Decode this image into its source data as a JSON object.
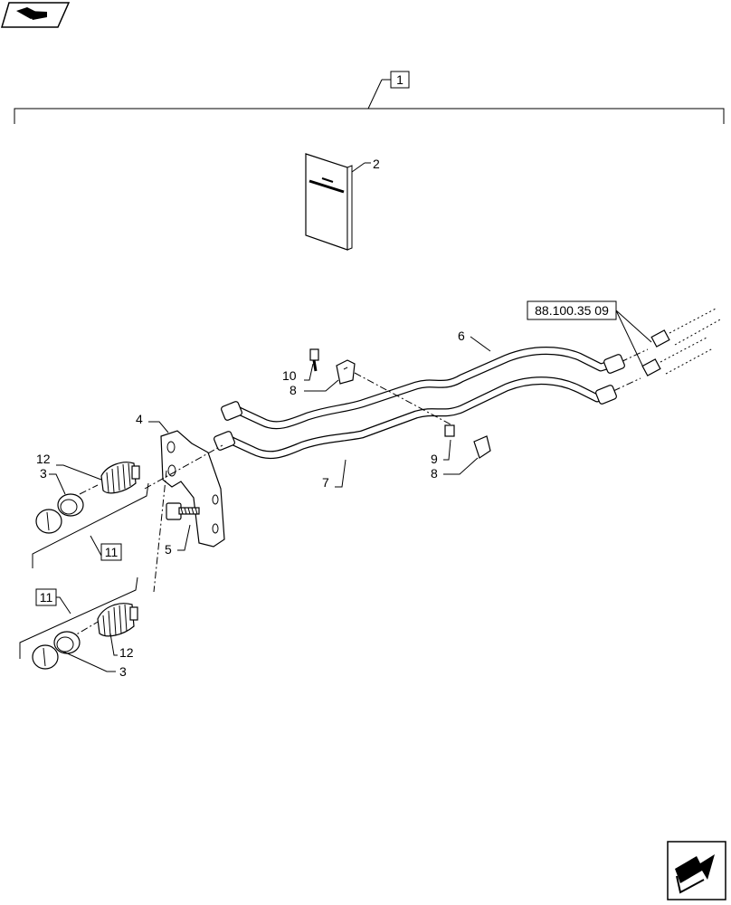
{
  "callouts": {
    "assembly": "1",
    "manual": "2",
    "cap_upper": "3",
    "cap_lower": "3",
    "bracket": "4",
    "bolt": "5",
    "pipe_upper": "6",
    "pipe_lower": "7",
    "clip_upper": "8",
    "clip_lower": "8",
    "spacer": "9",
    "screw": "10",
    "kit_upper": "11",
    "kit_lower": "11",
    "coupler_upper": "12",
    "coupler_lower": "12"
  },
  "reference": "88.100.35 09",
  "icons": {
    "top_left": "previous-page-icon",
    "bottom_right": "next-page-icon"
  }
}
